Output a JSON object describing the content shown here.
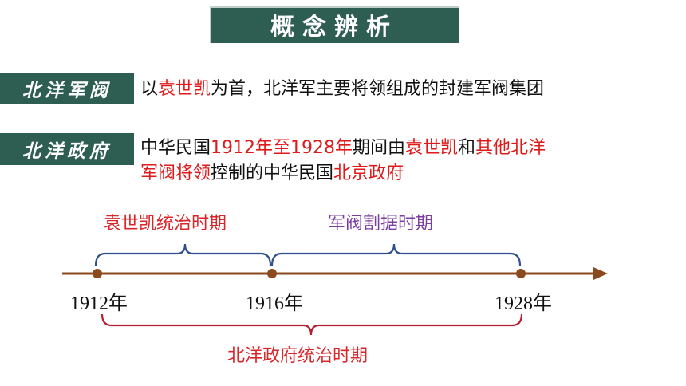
{
  "title": "概念辨析",
  "concepts": [
    {
      "tag": "北洋军阀",
      "lines": [
        [
          {
            "text": "以",
            "color": "black"
          },
          {
            "text": "袁世凯",
            "color": "red"
          },
          {
            "text": "为首，北洋军主要将领组成的封建军阀集团",
            "color": "black"
          }
        ]
      ]
    },
    {
      "tag": "北洋政府",
      "lines": [
        [
          {
            "text": "中华民国",
            "color": "black"
          },
          {
            "text": "1912年至1928年",
            "color": "red"
          },
          {
            "text": "期间由",
            "color": "black"
          },
          {
            "text": "袁世凯",
            "color": "red"
          },
          {
            "text": "和",
            "color": "black"
          },
          {
            "text": "其他北洋",
            "color": "red"
          }
        ],
        [
          {
            "text": "军阀将领",
            "color": "red"
          },
          {
            "text": "控制的中华民国",
            "color": "black"
          },
          {
            "text": "北京政府",
            "color": "red"
          }
        ]
      ]
    }
  ],
  "timeline": {
    "years": [
      "1912年",
      "1916年",
      "1928年"
    ],
    "period1": "袁世凯统治时期",
    "period2": "军阀割据时期",
    "period_all": "北洋政府统治时期",
    "colors": {
      "axis": "#8b4a1e",
      "red": "#d9262a",
      "blue": "#2f4f8f",
      "purple": "#7b3fa0",
      "dark_red": "#b22030"
    }
  }
}
